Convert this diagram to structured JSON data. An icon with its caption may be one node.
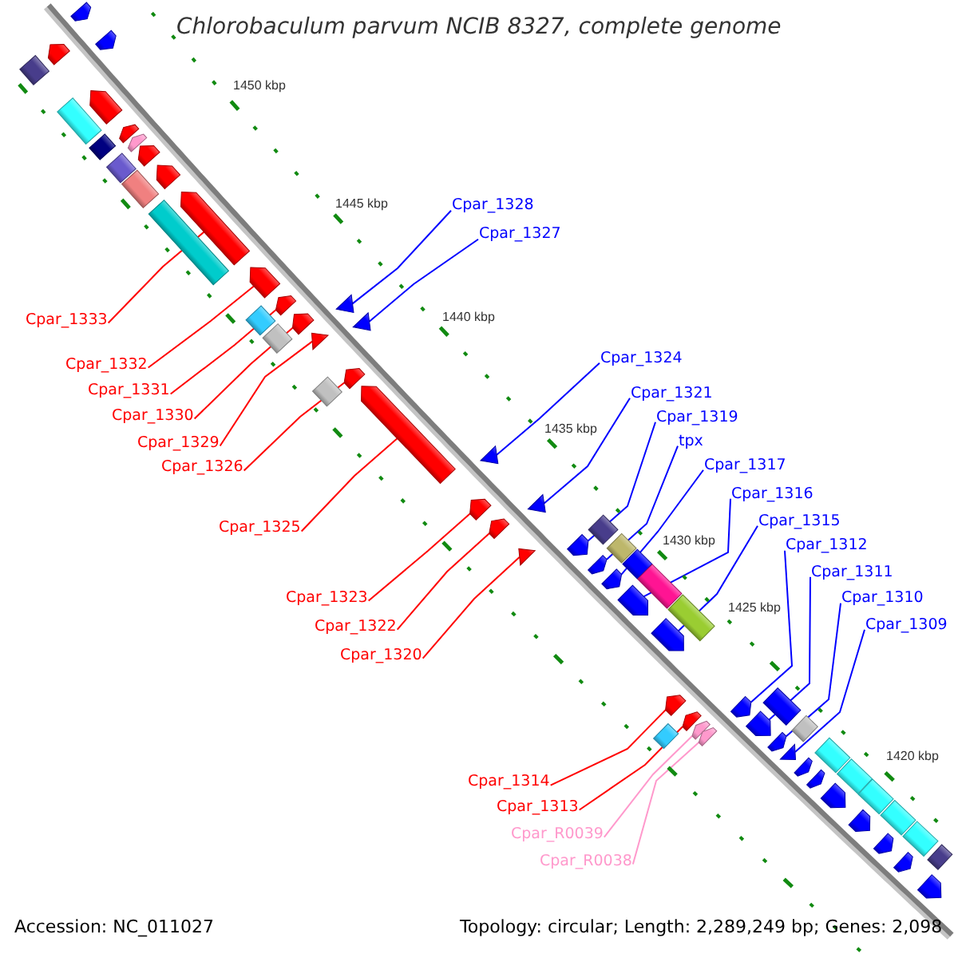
{
  "diagram": {
    "title": "Chlorobaculum parvum NCIB 8327, complete genome",
    "nodes": [
      {
        "text": [
          "Cpar_1328"
        ]
      },
      {
        "text": [
          "Cpar_1327"
        ]
      },
      {
        "text": [
          "Cpar_1333"
        ]
      },
      {
        "text": [
          "Cpar_1324"
        ]
      },
      {
        "text": [
          "Cpar_1332"
        ]
      },
      {
        "text": [
          "Cpar_1331"
        ]
      },
      {
        "text": [
          "Cpar_1321"
        ]
      },
      {
        "text": [
          "Cpar_1330"
        ]
      },
      {
        "text": [
          "Cpar_1319"
        ]
      },
      {
        "text": [
          "tpx"
        ]
      },
      {
        "text": [
          "Cpar_1329"
        ]
      },
      {
        "text": [
          "Cpar_1317"
        ]
      },
      {
        "text": [
          "Cpar_1326"
        ]
      },
      {
        "text": [
          "Cpar_1316"
        ]
      },
      {
        "text": [
          "Cpar_1315"
        ]
      },
      {
        "text": [
          "Cpar_1325"
        ]
      },
      {
        "text": [
          "Cpar_1312"
        ]
      },
      {
        "text": [
          "Cpar_1311"
        ]
      },
      {
        "text": [
          "Cpar_1323"
        ]
      },
      {
        "text": [
          "Cpar_1310"
        ]
      },
      {
        "text": [
          "Cpar_1322"
        ]
      },
      {
        "text": [
          "Cpar_1309"
        ]
      },
      {
        "text": [
          "Cpar_1320"
        ]
      },
      {
        "text": [
          "Cpar_1314"
        ]
      },
      {
        "text": [
          "Cpar_1313"
        ]
      },
      {
        "text": [
          "Cpar_R0039"
        ]
      },
      {
        "text": [
          "Cpar_R0038"
        ]
      },
      {
        "text": [],
        "shape": "arrow"
      },
      {
        "text": [],
        "shape": "arrow"
      },
      {
        "text": [],
        "shape": "arrow"
      },
      {
        "text": [],
        "shape": "arrow"
      },
      {
        "text": [],
        "shape": "arrow"
      },
      {
        "text": [],
        "shape": "arrow"
      },
      {
        "text": [],
        "shape": "arrow"
      },
      {
        "text": [],
        "shape": "arrow"
      },
      {
        "text": [],
        "shape": "arrow"
      },
      {
        "text": [],
        "shape": "arrow"
      },
      {
        "text": [],
        "shape": "arrow"
      },
      {
        "text": [],
        "shape": "triangle"
      },
      {
        "text": [],
        "shape": "arrow"
      },
      {
        "text": [],
        "shape": "triangle"
      },
      {
        "text": [],
        "shape": "triangle"
      },
      {
        "text": [],
        "shape": "arrow"
      },
      {
        "text": [],
        "shape": "arrow"
      },
      {
        "text": [],
        "shape": "triangle"
      },
      {
        "text": [],
        "shape": "arrow"
      },
      {
        "text": [],
        "shape": "triangle"
      },
      {
        "text": [],
        "shape": "arrow"
      },
      {
        "text": [],
        "shape": "arrow"
      },
      {
        "text": [],
        "shape": "triangle"
      },
      {
        "text": [],
        "shape": "arrow"
      },
      {
        "text": [],
        "shape": "arrow"
      },
      {
        "text": [],
        "shape": "arrow"
      },
      {
        "text": [],
        "shape": "arrow"
      },
      {
        "text": [],
        "shape": "arrow"
      },
      {
        "text": [],
        "shape": "arrow"
      },
      {
        "text": [],
        "shape": "arrow"
      },
      {
        "text": [],
        "shape": "arrow"
      },
      {
        "text": [],
        "shape": "arrow"
      },
      {
        "text": [],
        "shape": "arrow"
      },
      {
        "text": [],
        "shape": "arrow"
      },
      {
        "text": [],
        "shape": "triangle"
      },
      {
        "text": [],
        "shape": "arrow"
      },
      {
        "text": [],
        "shape": "arrow"
      },
      {
        "text": [],
        "shape": "arrow"
      },
      {
        "text": [],
        "shape": "arrow"
      },
      {
        "text": [],
        "shape": "arrow"
      },
      {
        "text": [],
        "shape": "arrow"
      },
      {
        "text": [],
        "shape": "arrow"
      },
      {
        "text": [],
        "shape": "diamond"
      },
      {
        "text": [],
        "shape": "box"
      },
      {
        "text": [],
        "shape": "box"
      },
      {
        "text": [],
        "shape": "diamond"
      },
      {
        "text": [],
        "shape": "box"
      },
      {
        "text": [],
        "shape": "box"
      },
      {
        "text": [],
        "shape": "diamond"
      },
      {
        "text": [],
        "shape": "diamond"
      },
      {
        "text": [],
        "shape": "diamond"
      },
      {
        "text": [],
        "shape": "diamond"
      },
      {
        "text": [],
        "shape": "diamond"
      },
      {
        "text": [],
        "shape": "diamond"
      },
      {
        "text": [],
        "shape": "box"
      },
      {
        "text": [],
        "shape": "box"
      },
      {
        "text": [],
        "shape": "box"
      },
      {
        "text": [],
        "shape": "box"
      },
      {
        "text": [],
        "shape": "box"
      },
      {
        "text": [],
        "shape": "box"
      },
      {
        "text": [],
        "shape": "box"
      },
      {
        "text": [],
        "shape": "box"
      },
      {
        "text": [],
        "shape": "box"
      },
      {
        "text": [],
        "shape": "box"
      },
      {
        "text": [],
        "shape": "box"
      }
    ],
    "edges": [
      {
        "from": 0,
        "to": 38,
        "arrow": "none"
      },
      {
        "from": 1,
        "to": 40,
        "arrow": "none"
      },
      {
        "from": 2,
        "to": 35,
        "arrow": "none",
        "color": "#ff0000"
      },
      {
        "from": 3,
        "to": 44,
        "arrow": "none"
      },
      {
        "from": 4,
        "to": 36,
        "arrow": "none",
        "color": "#ff0000"
      },
      {
        "from": 5,
        "to": 37,
        "arrow": "none",
        "color": "#ff0000"
      },
      {
        "from": 6,
        "to": 46,
        "arrow": "none"
      },
      {
        "from": 7,
        "to": 39,
        "arrow": "none",
        "color": "#ff0000"
      },
      {
        "from": 8,
        "to": 48,
        "arrow": "none"
      },
      {
        "from": 9,
        "to": 50,
        "arrow": "none"
      },
      {
        "from": 10,
        "to": 41,
        "arrow": "none",
        "color": "#ff0000"
      },
      {
        "from": 11,
        "to": 51,
        "arrow": "none"
      },
      {
        "from": 12,
        "to": 42,
        "arrow": "none",
        "color": "#ff0000"
      },
      {
        "from": 13,
        "to": 52,
        "arrow": "none"
      },
      {
        "from": 14,
        "to": 53,
        "arrow": "none"
      },
      {
        "from": 15,
        "to": 43,
        "arrow": "none",
        "color": "#ff0000"
      },
      {
        "from": 16,
        "to": 55,
        "arrow": "none"
      },
      {
        "from": 17,
        "to": 57,
        "arrow": "none"
      },
      {
        "from": 18,
        "to": 45,
        "arrow": "none",
        "color": "#ff0000"
      },
      {
        "from": 19,
        "to": 60,
        "arrow": "none"
      },
      {
        "from": 20,
        "to": 47,
        "arrow": "none",
        "color": "#ff0000"
      },
      {
        "from": 21,
        "to": 61,
        "arrow": "none"
      },
      {
        "from": 22,
        "to": 49,
        "arrow": "none",
        "color": "#ff0000"
      },
      {
        "from": 23,
        "to": 54,
        "arrow": "none",
        "color": "#ff0000"
      },
      {
        "from": 24,
        "to": 56,
        "arrow": "none",
        "color": "#ff0000"
      },
      {
        "from": 25,
        "to": 58,
        "arrow": "none",
        "color": "#ff99cc"
      },
      {
        "from": 26,
        "to": 59,
        "arrow": "none",
        "color": "#ff99cc"
      }
    ],
    "labels": [
      "1450 kbp",
      "1445 kbp",
      "1440 kbp",
      "1435 kbp",
      "1430 kbp",
      "1425 kbp",
      "1420 kbp",
      "Accession: NC_011027",
      "Topology: circular; Length: 2,289,249 bp; Genes: 2,098"
    ]
  }
}
